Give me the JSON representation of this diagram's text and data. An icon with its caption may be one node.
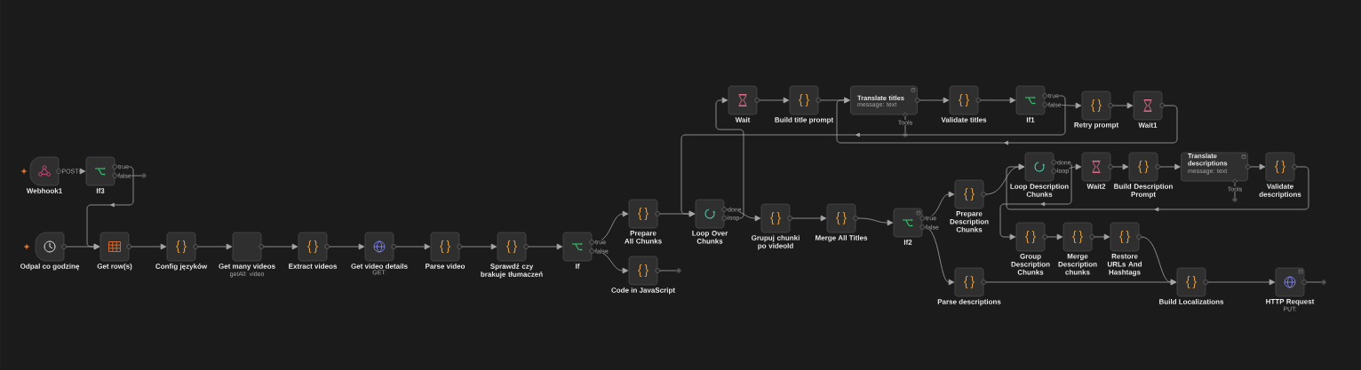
{
  "diagram": {
    "nodes": [
      {
        "text": [
          "Webhook1"
        ]
      },
      {
        "text": [
          "If3"
        ]
      },
      {
        "text": [
          "Odpal co godzinę"
        ]
      },
      {
        "text": [
          "Get row(s)"
        ]
      },
      {
        "text": [
          "Config języków"
        ]
      },
      {
        "text": [
          "Get many videos",
          "getAll: video"
        ]
      },
      {
        "text": [
          "Extract videos"
        ]
      },
      {
        "text": [
          "Get video details",
          "GET:"
        ]
      },
      {
        "text": [
          "Parse video"
        ]
      },
      {
        "text": [
          "Sprawdź czy brakuje tłumaczeń"
        ]
      },
      {
        "text": [
          "If"
        ]
      },
      {
        "text": [
          "Prepare All Chunks"
        ]
      },
      {
        "text": [
          "Code in JavaScript"
        ]
      },
      {
        "text": [
          "Loop Over Chunks"
        ]
      },
      {
        "text": [
          "Wait"
        ]
      },
      {
        "text": [
          "Build title prompt"
        ]
      },
      {
        "text": [
          "Translate titles",
          "message: text"
        ]
      },
      {
        "text": [
          "Validate titles"
        ]
      },
      {
        "text": [
          "If1"
        ]
      },
      {
        "text": [
          "Retry prompt"
        ]
      },
      {
        "text": [
          "Wait1"
        ]
      },
      {
        "text": [
          "Grupuj chunki po videoId"
        ]
      },
      {
        "text": [
          "Merge All Titles"
        ]
      },
      {
        "text": [
          "If2"
        ]
      },
      {
        "text": [
          "Prepare Description Chunks"
        ]
      },
      {
        "text": [
          "Loop Description Chunks"
        ]
      },
      {
        "text": [
          "Wait2"
        ]
      },
      {
        "text": [
          "Build Description Prompt"
        ]
      },
      {
        "text": [
          "Translate descriptions",
          "message: text"
        ]
      },
      {
        "text": [
          "Validate descriptions"
        ]
      },
      {
        "text": [
          "Group Description Chunks"
        ]
      },
      {
        "text": [
          "Merge Description chunks"
        ]
      },
      {
        "text": [
          "Restore URLs And Hashtags"
        ]
      },
      {
        "text": [
          "Parse descriptions"
        ]
      },
      {
        "text": [
          "Build Localizations"
        ]
      },
      {
        "text": [
          "HTTP Request",
          "PUT:"
        ]
      },
      {
        "text": [],
        "shape": "circle"
      },
      {
        "text": [],
        "shape": "circle"
      },
      {
        "text": [],
        "shape": "circle"
      },
      {
        "text": [],
        "shape": "circle"
      },
      {
        "text": [],
        "shape": "circle"
      }
    ],
    "edges": [
      {
        "from": 0,
        "to": 1,
        "arrow": "to",
        "label": "POST"
      },
      {
        "from": 1,
        "to": 3,
        "arrow": "to",
        "label": "true"
      },
      {
        "from": 1,
        "to": 36,
        "arrow": "none",
        "label": "false"
      },
      {
        "from": 2,
        "to": 3,
        "arrow": "to"
      },
      {
        "from": 3,
        "to": 4,
        "arrow": "to"
      },
      {
        "from": 4,
        "to": 5,
        "arrow": "to"
      },
      {
        "from": 5,
        "to": 6,
        "arrow": "to"
      },
      {
        "from": 6,
        "to": 7,
        "arrow": "to"
      },
      {
        "from": 7,
        "to": 8,
        "arrow": "to"
      },
      {
        "from": 8,
        "to": 9,
        "arrow": "to"
      },
      {
        "from": 9,
        "to": 10,
        "arrow": "to"
      },
      {
        "from": 10,
        "to": 11,
        "arrow": "to",
        "label": "true"
      },
      {
        "from": 10,
        "to": 12,
        "arrow": "to",
        "label": "false"
      },
      {
        "from": 11,
        "to": 13,
        "arrow": "to"
      },
      {
        "from": 12,
        "to": 37,
        "arrow": "none"
      },
      {
        "from": 13,
        "to": 21,
        "arrow": "to",
        "label": "done"
      },
      {
        "from": 13,
        "to": 14,
        "arrow": "to",
        "label": "loop"
      },
      {
        "from": 14,
        "to": 15,
        "arrow": "to"
      },
      {
        "from": 15,
        "to": 16,
        "arrow": "to"
      },
      {
        "from": 16,
        "to": 17,
        "arrow": "to"
      },
      {
        "from": 17,
        "to": 18,
        "arrow": "to"
      },
      {
        "from": 18,
        "to": 13,
        "arrow": "to",
        "label": "true"
      },
      {
        "from": 18,
        "to": 19,
        "arrow": "to",
        "label": "false"
      },
      {
        "from": 19,
        "to": 20,
        "arrow": "to"
      },
      {
        "from": 20,
        "to": 16,
        "arrow": "to"
      },
      {
        "from": 16,
        "to": 38,
        "arrow": "none",
        "label": "Tools"
      },
      {
        "from": 21,
        "to": 22,
        "arrow": "to"
      },
      {
        "from": 22,
        "to": 23,
        "arrow": "to"
      },
      {
        "from": 23,
        "to": 24,
        "arrow": "to",
        "label": "true"
      },
      {
        "from": 23,
        "to": 33,
        "arrow": "to",
        "label": "false"
      },
      {
        "from": 24,
        "to": 25,
        "arrow": "to"
      },
      {
        "from": 25,
        "to": 30,
        "arrow": "to",
        "label": "done"
      },
      {
        "from": 25,
        "to": 26,
        "arrow": "to",
        "label": "loop"
      },
      {
        "from": 26,
        "to": 27,
        "arrow": "to"
      },
      {
        "from": 27,
        "to": 28,
        "arrow": "to"
      },
      {
        "from": 28,
        "to": 29,
        "arrow": "to"
      },
      {
        "from": 29,
        "to": 25,
        "arrow": "to"
      },
      {
        "from": 28,
        "to": 39,
        "arrow": "none",
        "label": "Tools"
      },
      {
        "from": 30,
        "to": 31,
        "arrow": "to"
      },
      {
        "from": 31,
        "to": 32,
        "arrow": "to"
      },
      {
        "from": 32,
        "to": 34,
        "arrow": "to"
      },
      {
        "from": 33,
        "to": 34,
        "arrow": "to"
      },
      {
        "from": 34,
        "to": 35,
        "arrow": "to"
      },
      {
        "from": 35,
        "to": 40,
        "arrow": "none"
      }
    ]
  }
}
